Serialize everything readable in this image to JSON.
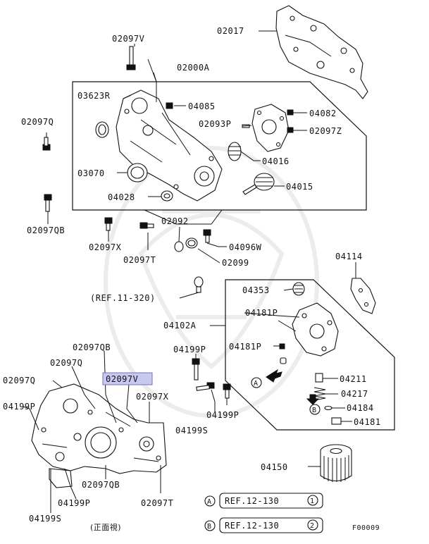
{
  "labels": {
    "p02017": "02017",
    "p02097v_top": "02097V",
    "p02000a": "02000A",
    "p03623r": "03623R",
    "p04085": "04085",
    "p04082": "04082",
    "p02093p": "02093P",
    "p02097z": "02097Z",
    "p02097q_left": "02097Q",
    "p04016": "04016",
    "p03070": "03070",
    "p04015": "04015",
    "p04028": "04028",
    "p02097qb_left": "02097QB",
    "p02092": "02092",
    "p02097x_mid": "02097X",
    "p04096w": "04096W",
    "p02097t_mid": "02097T",
    "p02099": "02099",
    "p04114": "04114",
    "ref_11_320": "(REF.11-320)",
    "p04353": "04353",
    "p04181p_a": "04181P",
    "p04102a": "04102A",
    "p04181p_b": "04181P",
    "p02097qb_front": "02097QB",
    "p04199p_mid": "04199P",
    "p02097q_front": "02097Q",
    "p02097v_sel": "02097V",
    "p02097q_left2": "02097Q",
    "p04211": "04211",
    "p04217": "04217",
    "p02097x_front": "02097X",
    "p04184": "04184",
    "p04199p_left": "04199P",
    "p04199p_mid2": "04199P",
    "p04181": "04181",
    "p04199s_mid": "04199S",
    "p04150": "04150",
    "p02097qb_bottom": "02097QB",
    "p04199p_bottom": "04199P",
    "p02097t_bottom": "02097T",
    "p04199s_bottom": "04199S",
    "front_view": "(正面視)",
    "circle_a": "A",
    "circle_b": "B",
    "ref_a_label": "REF.12-130",
    "ref_a_num": "1",
    "ref_b_label": "REF.12-130",
    "ref_b_num": "2",
    "figure_code": "F00009"
  },
  "colors": {
    "highlight_fill": "#c9c9ef",
    "highlight_border": "#7373b8",
    "ink": "#111111"
  }
}
